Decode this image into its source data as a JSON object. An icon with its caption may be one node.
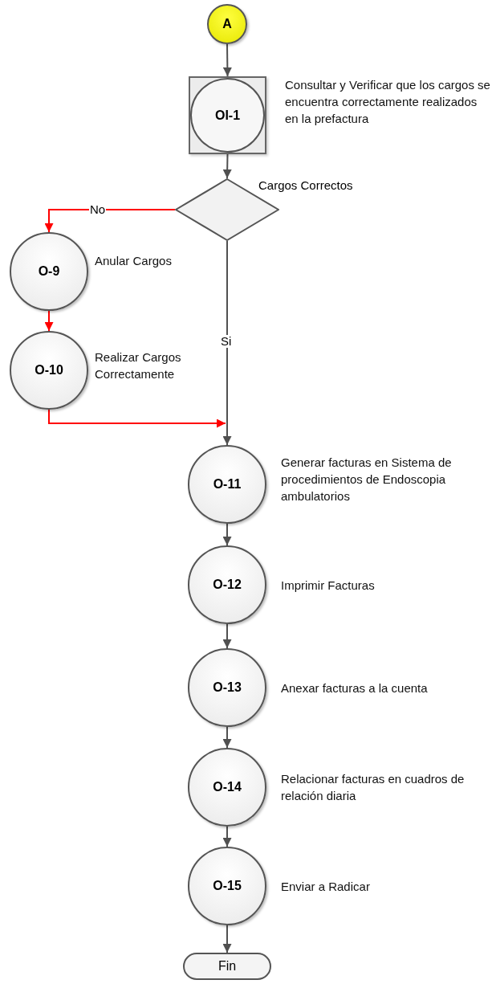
{
  "diagram": {
    "nodes": [
      {
        "text": [
          "A"
        ]
      },
      {
        "text": [
          "OI-1"
        ],
        "beside": [
          "Consultar y Verificar que los cargos se encuentra correctamente realizados en la prefactura"
        ]
      },
      {
        "text": [
          "Cargos Correctos"
        ]
      },
      {
        "text": [
          "O-9"
        ],
        "beside": [
          "Anular Cargos"
        ]
      },
      {
        "text": [
          "O-10"
        ],
        "beside": [
          "Realizar Cargos Correctamente"
        ]
      },
      {
        "text": [
          "O-11"
        ],
        "beside": [
          "Generar facturas en Sistema de procedimientos de Endoscopia ambulatorios"
        ]
      },
      {
        "text": [
          "O-12"
        ],
        "beside": [
          "Imprimir Facturas"
        ]
      },
      {
        "text": [
          "O-13"
        ],
        "beside": [
          "Anexar facturas a la cuenta"
        ]
      },
      {
        "text": [
          "O-14"
        ],
        "beside": [
          "Relacionar facturas en cuadros de relación diaria"
        ]
      },
      {
        "text": [
          "O-15"
        ],
        "beside": [
          "Enviar a Radicar"
        ]
      },
      {
        "text": [
          "Fin"
        ]
      }
    ],
    "edges": [
      {
        "from": 0,
        "to": 1,
        "arrow": "to"
      },
      {
        "from": 1,
        "to": 2,
        "arrow": "to"
      },
      {
        "from": 2,
        "to": 3,
        "arrow": "to",
        "label": "No",
        "color": "#ff0000"
      },
      {
        "from": 3,
        "to": 4,
        "arrow": "to",
        "color": "#ff0000"
      },
      {
        "from": 4,
        "to": 5,
        "arrow": "to",
        "color": "#ff0000"
      },
      {
        "from": 2,
        "to": 5,
        "arrow": "to",
        "label": "Si"
      },
      {
        "from": 5,
        "to": 6,
        "arrow": "to"
      },
      {
        "from": 6,
        "to": 7,
        "arrow": "to"
      },
      {
        "from": 7,
        "to": 8,
        "arrow": "to"
      },
      {
        "from": 8,
        "to": 9,
        "arrow": "to"
      },
      {
        "from": 9,
        "to": 10,
        "arrow": "to"
      }
    ]
  }
}
